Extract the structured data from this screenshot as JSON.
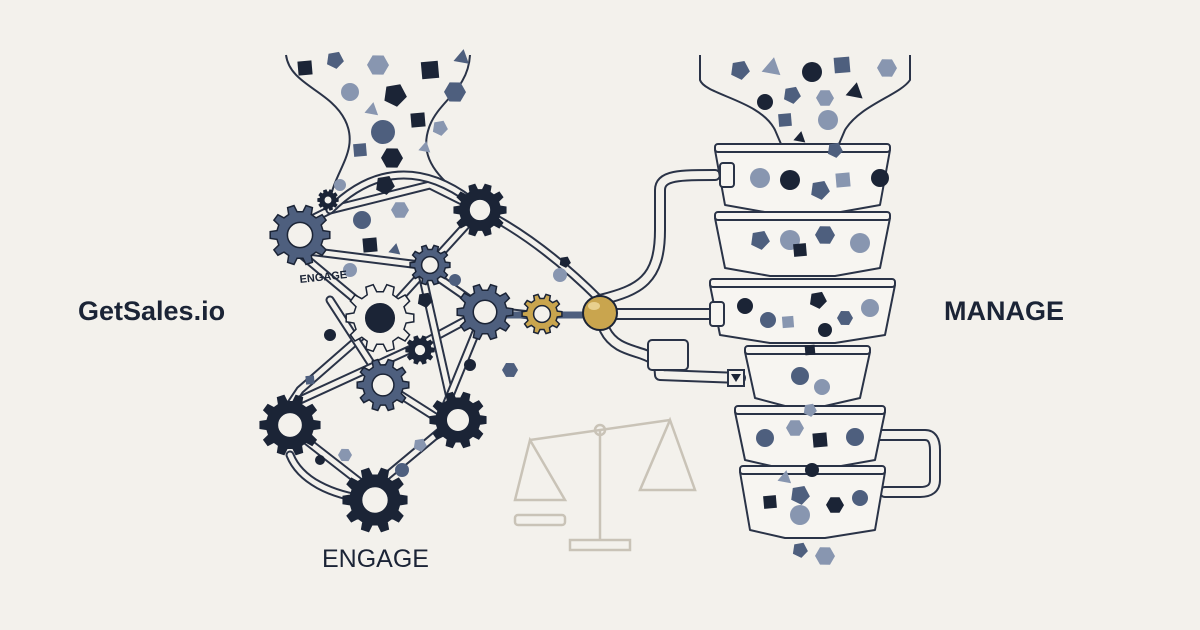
{
  "labels": {
    "brand": "GetSales.io",
    "engage_small": "ENGAGE",
    "manage": "MANAGE",
    "engage_caption": "ENGAGE"
  },
  "icons": [
    "gear-icon",
    "funnel-icon",
    "pipe-icon",
    "valve-icon",
    "scale-icon",
    "shape-particle-icon"
  ],
  "colors": {
    "background": "#f3f1ec",
    "navy": "#1b2436",
    "slate": "#4e5f7e",
    "light_slate": "#8896b0",
    "gold": "#c9a54e",
    "line": "#2a3347",
    "faint": "#c9c3b7"
  }
}
